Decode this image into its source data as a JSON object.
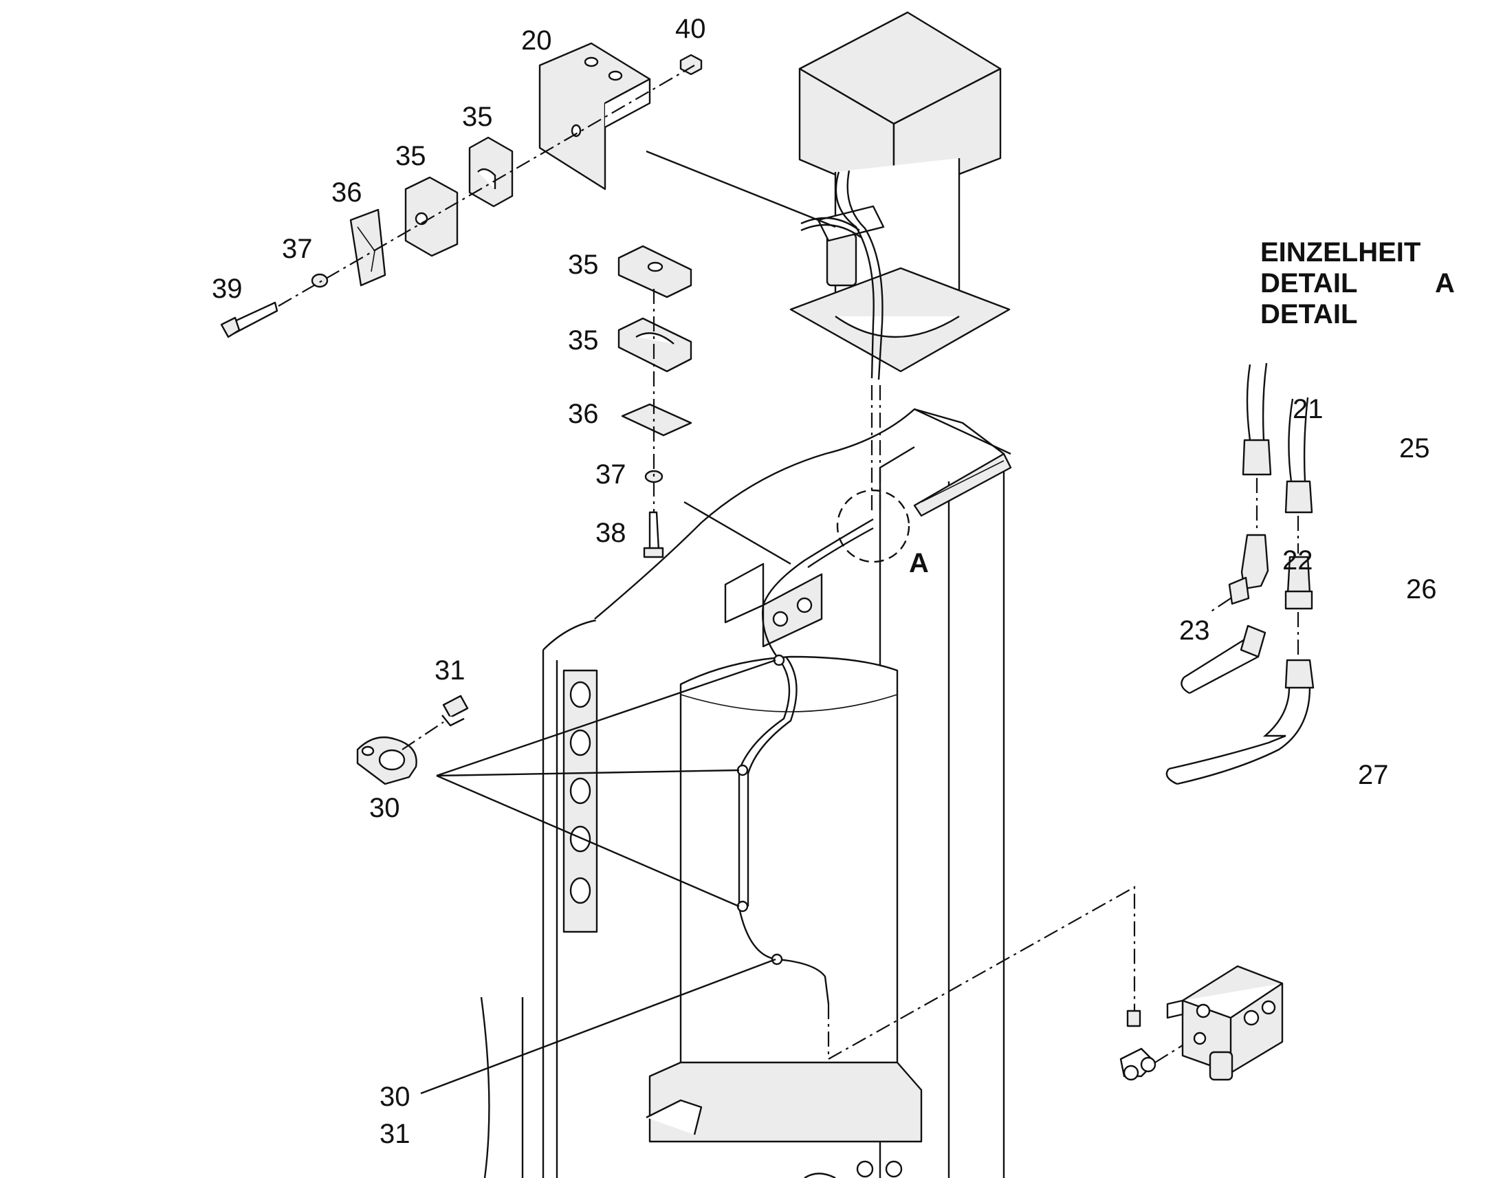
{
  "detail": {
    "heading": [
      "EINZELHEIT",
      "DETAIL",
      "DETAIL"
    ],
    "letter": "A"
  },
  "callout_letter": "A",
  "labels": {
    "p20": "20",
    "p40": "40",
    "p35a": "35",
    "p35b": "35",
    "p36a": "36",
    "p37a": "37",
    "p39": "39",
    "p35c": "35",
    "p35d": "35",
    "p36b": "36",
    "p37b": "37",
    "p38": "38",
    "p31a": "31",
    "p30a": "30",
    "p30b": "30",
    "p31b": "31",
    "p21": "21",
    "p25": "25",
    "p22": "22",
    "p26": "26",
    "p23": "23",
    "p27": "27"
  }
}
